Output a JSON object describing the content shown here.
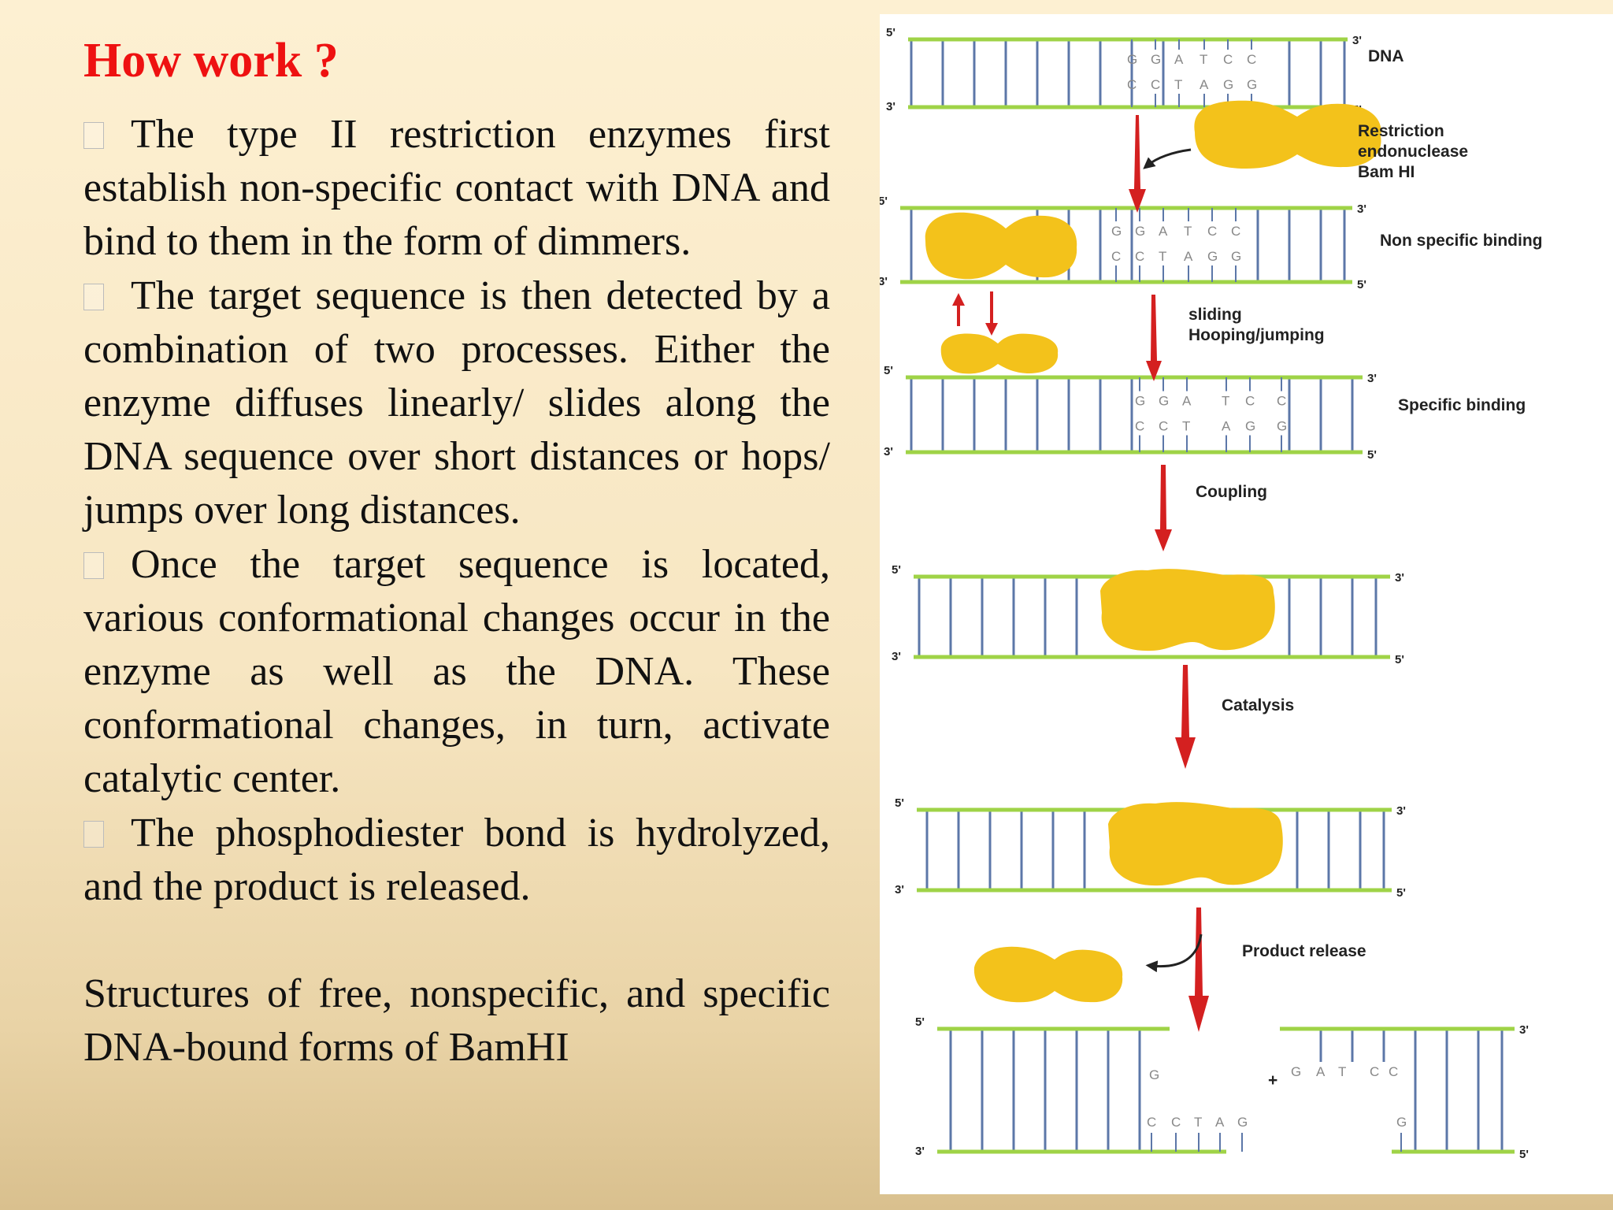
{
  "slide": {
    "title": "How work ?",
    "bullets": [
      "The type II restriction enzymes first establish non-specific contact with DNA and bind to them in the form of dimmers.",
      "The target sequence is then detected by a combination of two processes. Either the enzyme diffuses linearly/ slides along the DNA sequence over short distances or hops/ jumps over long distances.",
      "Once the target sequence is located, various conformational changes occur in the enzyme as well as the DNA. These conformational changes, in turn, activate catalytic center.",
      "The phosphodiester bond is hydrolyzed, and the product is released."
    ],
    "caption": "Structures of free, nonspecific, and specific DNA-bound forms of BamHI"
  },
  "diagram": {
    "labels": {
      "dna": "DNA",
      "restriction": "Restriction",
      "endonuclease": "endonuclease",
      "bamhi": "Bam HI",
      "nonspecific": "Non specific binding",
      "sliding": "sliding",
      "hopping": "Hooping/jumping",
      "specific": "Specific binding",
      "coupling": "Coupling",
      "catalysis": "Catalysis",
      "product_release": "Product release",
      "plus": "+"
    },
    "ends": {
      "five": "5'",
      "three": "3'"
    },
    "top_strand_bases": [
      "G",
      "G",
      "A",
      "T",
      "C",
      "C"
    ],
    "bottom_strand_bases": [
      "C",
      "C",
      "T",
      "A",
      "G",
      "G"
    ],
    "colors": {
      "strand": "#9fd347",
      "rung": "#5c77a8",
      "enzyme": "#f3c21b",
      "arrow": "#d42020",
      "bound_base": "#c2187a",
      "free_base": "#888888"
    }
  }
}
